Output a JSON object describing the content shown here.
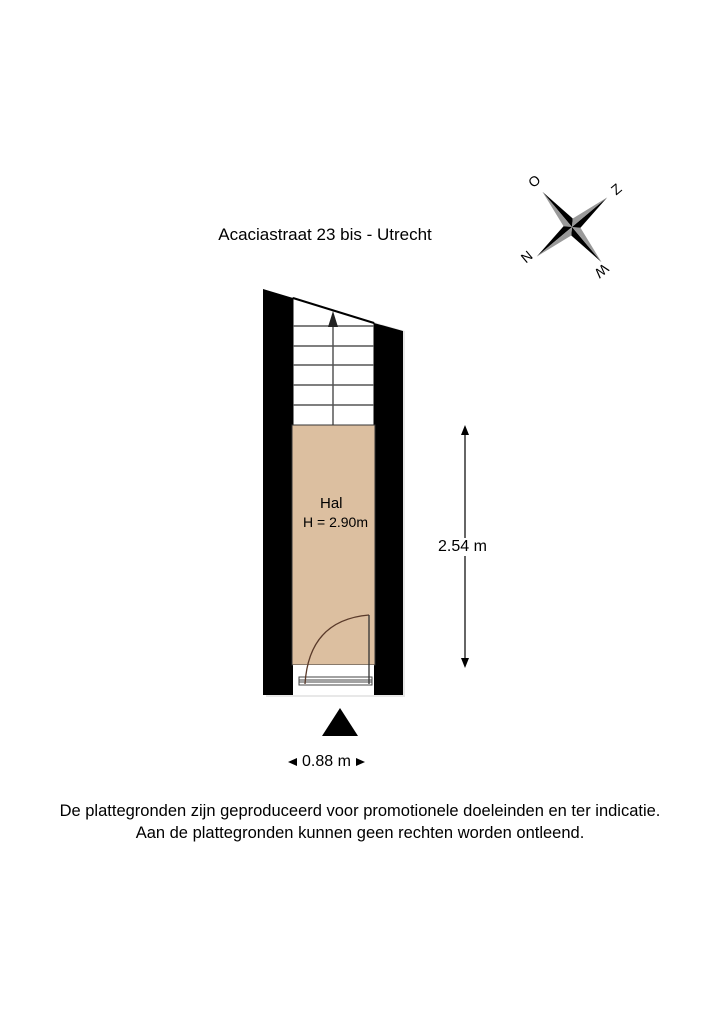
{
  "header": {
    "title": "Acaciastraat 23 bis - Utrecht"
  },
  "compass": {
    "icon": "compass-rose-icon",
    "labels": {
      "north": "N",
      "east": "O",
      "south": "Z",
      "west": "W"
    }
  },
  "floorplan": {
    "room": {
      "name": "Hal",
      "height_label": "H = 2.90m",
      "fill_color": "#dcbfa0"
    },
    "wall_color": "#000000",
    "stairs": {
      "icon": "stairs-up-arrow-icon",
      "steps": 6
    },
    "door": {
      "icon": "door-swing-icon"
    },
    "entrance": {
      "icon": "entrance-triangle-icon"
    }
  },
  "dimensions": {
    "vertical": "2.54 m",
    "horizontal": "0.88 m"
  },
  "footer": {
    "disclaimer_line1": "De plattegronden zijn geproduceerd voor promotionele doeleinden en ter indicatie.",
    "disclaimer_line2": "Aan de plattegronden kunnen geen rechten worden ontleend."
  }
}
